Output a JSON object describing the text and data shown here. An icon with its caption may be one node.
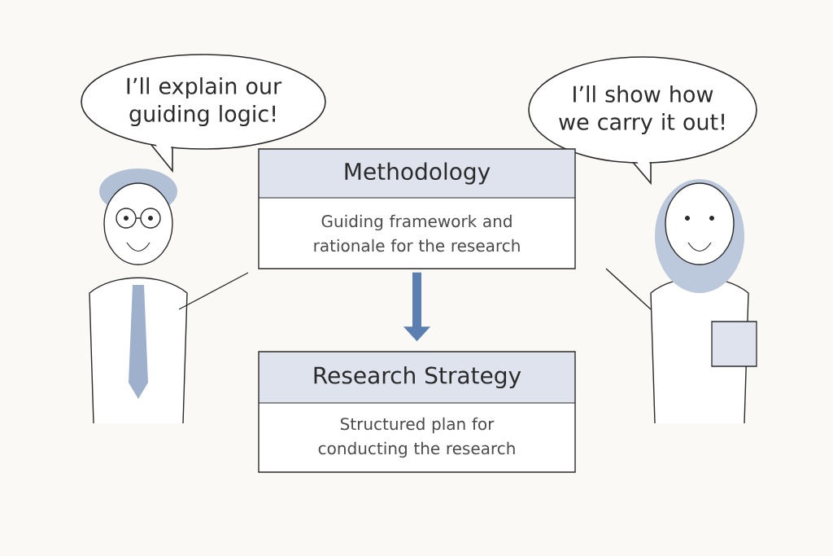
{
  "diagram": {
    "nodes": [
      {
        "text": [
          "I’ll explain our guiding logic!"
        ]
      },
      {
        "text": [
          "I’ll show how we carry it out!"
        ]
      },
      {
        "text": [
          "Methodology",
          "Guiding framework and rationale for the research"
        ]
      },
      {
        "text": [
          "Research Strategy",
          "Structured plan for conducting the research"
        ]
      }
    ],
    "edges": [
      {
        "from": 2,
        "to": 3,
        "arrow": "to",
        "color": "#5b7fb0"
      }
    ]
  }
}
